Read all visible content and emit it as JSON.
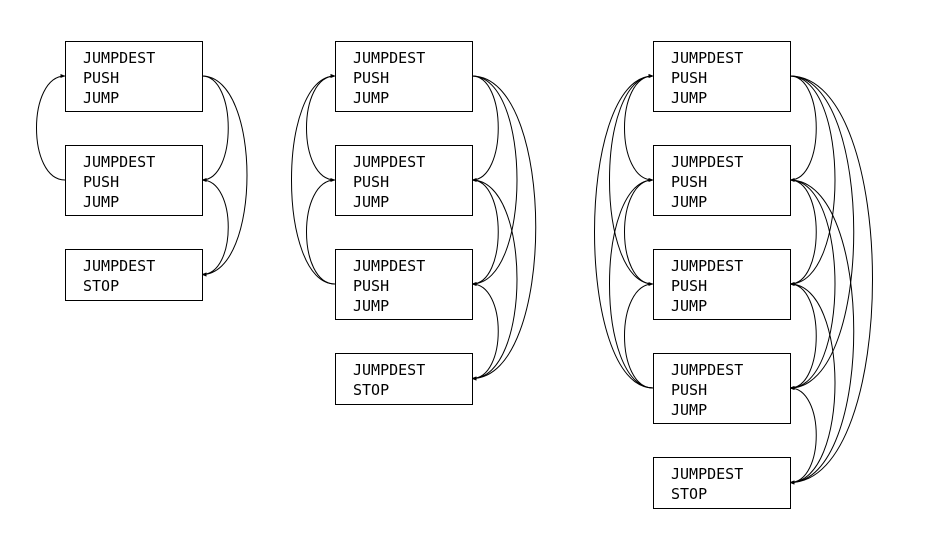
{
  "graphs": [
    {
      "blocks": [
        {
          "lines": [
            "JUMPDEST",
            "PUSH",
            "JUMP"
          ]
        },
        {
          "lines": [
            "JUMPDEST",
            "PUSH",
            "JUMP"
          ]
        },
        {
          "lines": [
            "JUMPDEST",
            "STOP"
          ]
        }
      ]
    },
    {
      "blocks": [
        {
          "lines": [
            "JUMPDEST",
            "PUSH",
            "JUMP"
          ]
        },
        {
          "lines": [
            "JUMPDEST",
            "PUSH",
            "JUMP"
          ]
        },
        {
          "lines": [
            "JUMPDEST",
            "PUSH",
            "JUMP"
          ]
        },
        {
          "lines": [
            "JUMPDEST",
            "STOP"
          ]
        }
      ]
    },
    {
      "blocks": [
        {
          "lines": [
            "JUMPDEST",
            "PUSH",
            "JUMP"
          ]
        },
        {
          "lines": [
            "JUMPDEST",
            "PUSH",
            "JUMP"
          ]
        },
        {
          "lines": [
            "JUMPDEST",
            "PUSH",
            "JUMP"
          ]
        },
        {
          "lines": [
            "JUMPDEST",
            "PUSH",
            "JUMP"
          ]
        },
        {
          "lines": [
            "JUMPDEST",
            "STOP"
          ]
        }
      ]
    }
  ]
}
